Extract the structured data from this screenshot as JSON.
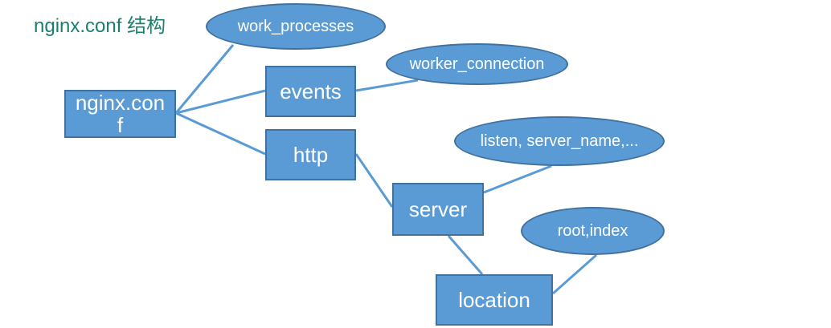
{
  "title": "nginx.conf 结构",
  "colors": {
    "node_fill": "#5b9bd5",
    "node_border": "#41719c",
    "line": "#5b9bd5",
    "title": "#1a7f6e"
  },
  "nodes": {
    "root": "nginx.con\nf",
    "events": "events",
    "http": "http",
    "server": "server",
    "location": "location"
  },
  "ellipses": {
    "work_processes": "work_processes",
    "worker_connection": "worker_connection",
    "listen": "listen, server_name,...",
    "root_index": "root,index"
  }
}
